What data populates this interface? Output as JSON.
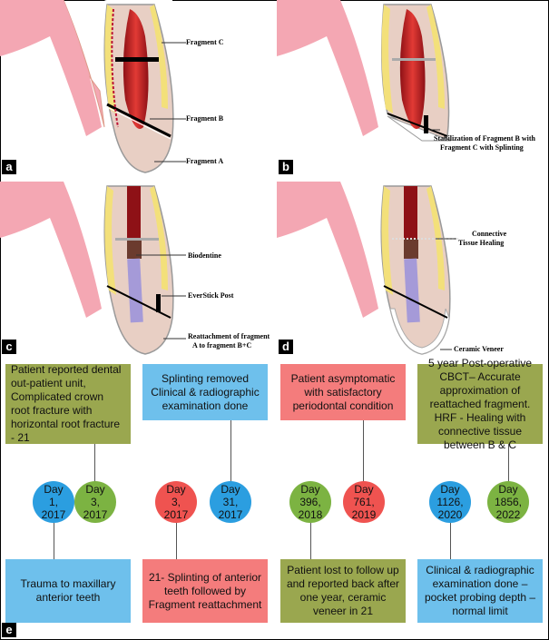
{
  "panels": {
    "a": {
      "label": "a",
      "annotations": {
        "fragment_c": "Fragment C",
        "fragment_b": "Fragment B",
        "fragment_a": "Fragment A"
      }
    },
    "b": {
      "label": "b",
      "annotations": {
        "stabilization_line1": "Stabilization of Fragment B with",
        "stabilization_line2": "Fragment C with Splinting"
      }
    },
    "c": {
      "label": "c",
      "annotations": {
        "biodentine": "Biodentine",
        "everstick": "EverStick Post",
        "reattach_line1": "Reattachment of fragment",
        "reattach_line2": "A to fragment B+C"
      }
    },
    "d": {
      "label": "d",
      "annotations": {
        "connective_line1": "Connective",
        "connective_line2": "Tissue Healing",
        "veneer": "Ceramic Veneer"
      }
    },
    "e": {
      "label": "e"
    }
  },
  "timeline": {
    "top_boxes": [
      {
        "text": "Patient reported dental out-patient unit, Complicated crown root fracture with horizontal root fracture - 21",
        "color": "green"
      },
      {
        "text": "Splinting removed Clinical & radiographic examination done",
        "color": "blue"
      },
      {
        "text": "Patient asymptomatic with satisfactory periodontal condition",
        "color": "red"
      },
      {
        "text": "5 year Post-operative CBCT– Accurate approximation of reattached fragment. HRF - Healing with connective tissue between B & C",
        "color": "green"
      }
    ],
    "days": [
      {
        "line1": "Day",
        "line2": "1,",
        "line3": "2017",
        "color": "blue"
      },
      {
        "line1": "Day",
        "line2": "3,",
        "line3": "2017",
        "color": "green"
      },
      {
        "line1": "Day",
        "line2": "3,",
        "line3": "2017",
        "color": "red"
      },
      {
        "line1": "Day",
        "line2": "31,",
        "line3": "2017",
        "color": "blue"
      },
      {
        "line1": "Day",
        "line2": "396,",
        "line3": "2018",
        "color": "green"
      },
      {
        "line1": "Day",
        "line2": "761,",
        "line3": "2019",
        "color": "red"
      },
      {
        "line1": "Day",
        "line2": "1126,",
        "line3": "2020",
        "color": "blue"
      },
      {
        "line1": "Day",
        "line2": "1856,",
        "line3": "2022",
        "color": "green"
      }
    ],
    "bottom_boxes": [
      {
        "text": "Trauma to maxillary anterior teeth",
        "color": "blue"
      },
      {
        "text": "21- Splinting of anterior teeth followed by Fragment reattachment",
        "color": "red"
      },
      {
        "text": "Patient lost to follow up and reported back after one year, ceramic veneer in 21",
        "color": "green"
      },
      {
        "text": "Clinical & radiographic examination done – pocket probing depth – normal limit",
        "color": "blue"
      }
    ]
  },
  "colors": {
    "gum": "#f4a7b3",
    "pulp": "#c0272d",
    "dentin": "#e8cfc4",
    "enamel_outline": "#999",
    "yellow_line": "#f3e07a",
    "post": "#a59ad8",
    "biodentine": "#6b3b2e"
  }
}
